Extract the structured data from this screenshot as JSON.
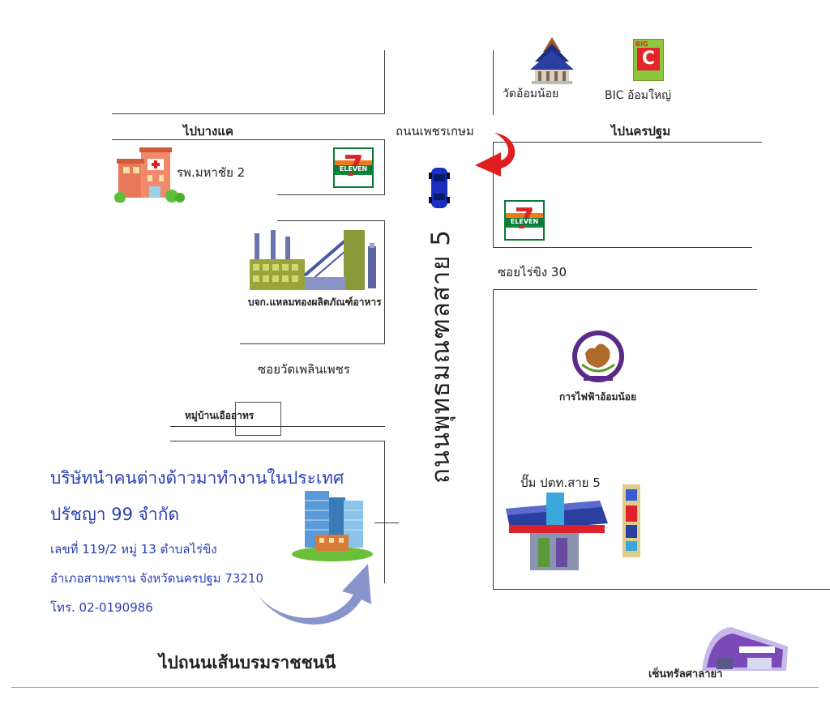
{
  "labels": {
    "to_bangkhae": "ไปบางแค",
    "phetkasem_road": "ถนนเพชรเกษม",
    "to_nakhon_pathom": "ไปนครปฐม",
    "wat_om_noi": "วัดอ้อมน้อย",
    "big_c": "BIC อ้อมใหญ่",
    "hospital": "รพ.มหาชัย 2",
    "factory": "บจก.แหลมทองผลิตภัณฑ์อาหาร",
    "soi_wat": "ซอยวัดเพลินเพชร",
    "village": "หมู่บ้านเอืออาทร",
    "soi_raiking": "ซอยไร่ขิง 30",
    "electricity": "การไฟฟ้าอ้อมน้อย",
    "ptt_pump": "ปั๊ม ปตท.สาย 5",
    "central": "เซ็นทรัลศาลายา",
    "to_borom": "ไปถนนเส้นบรมราชชนนี",
    "main_road": "ถนนพุทธมณฑลสาย 5"
  },
  "company": {
    "line1": "บริษัทนำคนต่างด้าวมาทำงานในประเทศ",
    "line2": "ปรัชญา 99 จำกัด",
    "line3": "เลขที่ 119/2 หมู่ 13 ตำบลไร่ขิง",
    "line4": "อำเภอสามพราน  จังหวัดนครปฐม 73210",
    "line5": "โทร. 02-0190986"
  },
  "logos": {
    "seven_eleven": "ELEVEN",
    "seven_number": "7",
    "big_c_letter": "C",
    "big_c_word": "BIG"
  },
  "colors": {
    "company_text": "#2a3fb3",
    "red_arrow": "#e01e1e",
    "blue_arrow": "#8894cc",
    "car": "#1a2fbf"
  }
}
